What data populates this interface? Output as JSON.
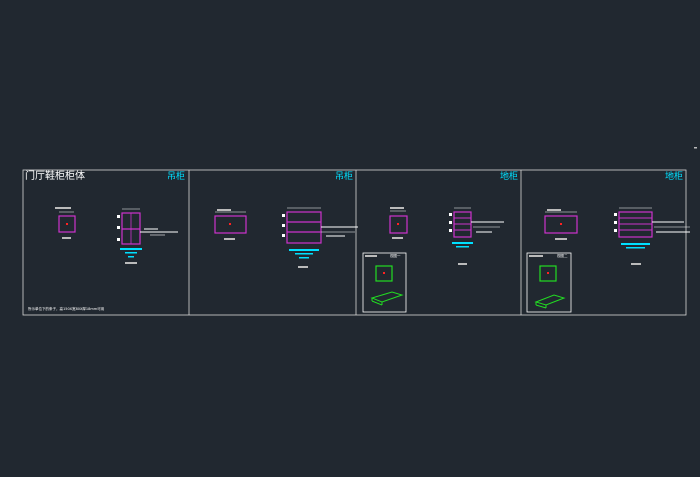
{
  "drawing": {
    "title": "门厅鞋柜柜体",
    "panels": [
      {
        "label": "吊柜"
      },
      {
        "label": "吊柜"
      },
      {
        "label": "地柜"
      },
      {
        "label": "地柜"
      }
    ],
    "footnote": "所示单位下的条子，高150X宽80X厚18mm可用",
    "detail_labels": [
      "视图一",
      "视图二"
    ]
  },
  "colors": {
    "background": "#212830",
    "frame": "#d8d8d8",
    "cabinet": "#cc33cc",
    "accent": "#00e0ff",
    "detail": "#22dd22",
    "marker": "#ff2222"
  }
}
